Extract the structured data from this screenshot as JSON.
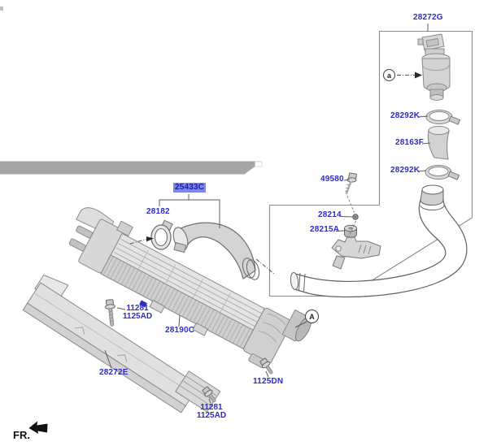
{
  "colors": {
    "label_blue": "#2d2dc4",
    "highlight_bg": "#7d88e6",
    "highlight_text": "#1c1cb2",
    "banner_gray": "#a6a6a6",
    "line_gray": "#8a8a8a"
  },
  "fr_label": "FR.",
  "callouts": {
    "box_valve": "a",
    "intercooler_outlet": "A"
  },
  "labels": {
    "l28272g": "28272G",
    "l28292k_top": "28292K",
    "l28163f": "28163F",
    "l28292k_bottom": "28292K",
    "l49580": "49580",
    "l28214": "28214",
    "l28215a": "28215A",
    "l25433c": "25433C",
    "l28182": "28182",
    "l11281_left": "11281",
    "l1125ad_left": "1125AD",
    "l28190c": "28190C",
    "l28272e": "28272E",
    "l1125dn": "1125DN",
    "l11281_bottom": "11281",
    "l1125ad_bottom": "1125AD"
  }
}
